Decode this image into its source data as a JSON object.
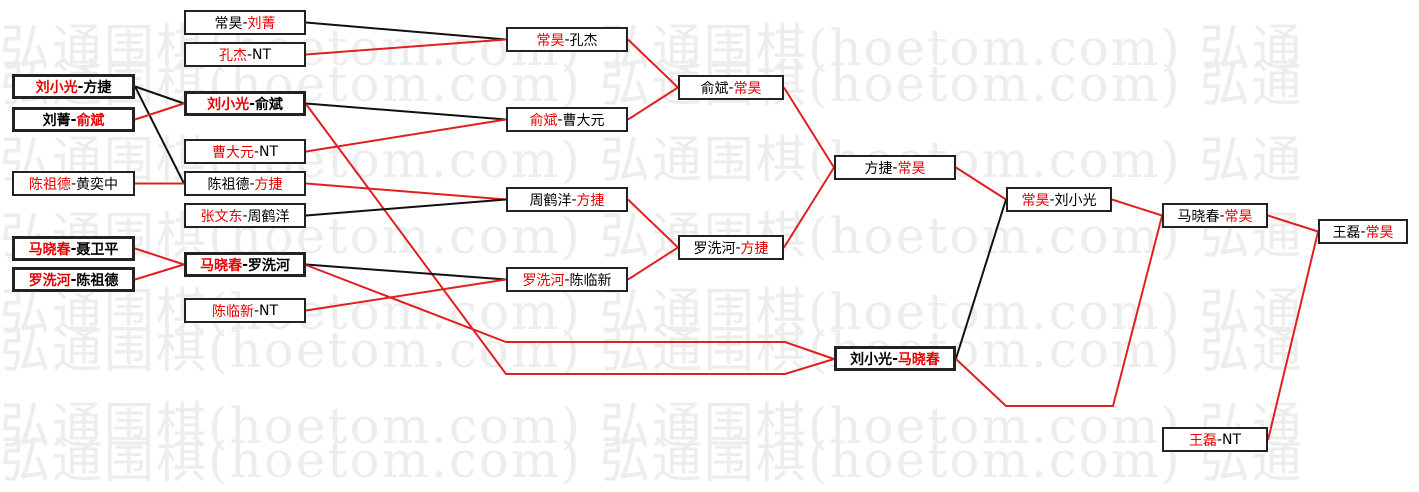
{
  "colors": {
    "winner": "#e60000",
    "loser_line": "#111111",
    "win_line": "#e02020",
    "watermark": "#ededed"
  },
  "watermark": {
    "text": "弘通围棋(hoetom.com) 弘通围棋(hoetom.com) 弘通",
    "rows": 8
  },
  "nodes": [
    {
      "id": "r0a",
      "p1": "刘小光",
      "p2": "方捷",
      "winner": 1,
      "bold": true
    },
    {
      "id": "r0b",
      "p1": "刘菁",
      "p2": "俞斌",
      "winner": 2,
      "bold": true
    },
    {
      "id": "r0c",
      "p1": "陈祖德",
      "p2": "黄奕中",
      "winner": 1,
      "bold": false
    },
    {
      "id": "r0d",
      "p1": "马晓春",
      "p2": "聂卫平",
      "winner": 1,
      "bold": true
    },
    {
      "id": "r0e",
      "p1": "罗洗河",
      "p2": "陈祖德",
      "winner": 1,
      "bold": true
    },
    {
      "id": "r1a",
      "p1": "常昊",
      "p2": "刘菁",
      "winner": 2,
      "bold": false
    },
    {
      "id": "r1b",
      "p1": "孔杰",
      "p2": "NT",
      "winner": 1,
      "bold": false
    },
    {
      "id": "r1c",
      "p1": "刘小光",
      "p2": "俞斌",
      "winner": 1,
      "bold": true
    },
    {
      "id": "r1d",
      "p1": "曹大元",
      "p2": "NT",
      "winner": 1,
      "bold": false
    },
    {
      "id": "r1e",
      "p1": "陈祖德",
      "p2": "方捷",
      "winner": 2,
      "bold": false
    },
    {
      "id": "r1f",
      "p1": "张文东",
      "p2": "周鹤洋",
      "winner": 1,
      "bold": false
    },
    {
      "id": "r1g",
      "p1": "马晓春",
      "p2": "罗洗河",
      "winner": 1,
      "bold": true
    },
    {
      "id": "r1h",
      "p1": "陈临新",
      "p2": "NT",
      "winner": 1,
      "bold": false
    },
    {
      "id": "r2a",
      "p1": "常昊",
      "p2": "孔杰",
      "winner": 1,
      "bold": false
    },
    {
      "id": "r2b",
      "p1": "俞斌",
      "p2": "曹大元",
      "winner": 1,
      "bold": false
    },
    {
      "id": "r2c",
      "p1": "周鹤洋",
      "p2": "方捷",
      "winner": 2,
      "bold": false
    },
    {
      "id": "r2d",
      "p1": "罗洗河",
      "p2": "陈临新",
      "winner": 1,
      "bold": false
    },
    {
      "id": "r3a",
      "p1": "俞斌",
      "p2": "常昊",
      "winner": 2,
      "bold": false
    },
    {
      "id": "r3b",
      "p1": "罗洗河",
      "p2": "方捷",
      "winner": 2,
      "bold": false
    },
    {
      "id": "r4a",
      "p1": "方捷",
      "p2": "常昊",
      "winner": 2,
      "bold": false
    },
    {
      "id": "r4b",
      "p1": "刘小光",
      "p2": "马晓春",
      "winner": 2,
      "bold": true
    },
    {
      "id": "r5a",
      "p1": "常昊",
      "p2": "刘小光",
      "winner": 1,
      "bold": false
    },
    {
      "id": "r6a",
      "p1": "马晓春",
      "p2": "常昊",
      "winner": 2,
      "bold": false
    },
    {
      "id": "r6b",
      "p1": "王磊",
      "p2": "NT",
      "winner": 1,
      "bold": false
    },
    {
      "id": "r7a",
      "p1": "王磊",
      "p2": "常昊",
      "winner": 2,
      "bold": false
    }
  ],
  "edges": [
    {
      "from": "r0a",
      "to": "r1c",
      "win": false
    },
    {
      "from": "r0a",
      "to": "r1e",
      "win": false
    },
    {
      "from": "r0b",
      "to": "r1c",
      "win": true
    },
    {
      "from": "r0c",
      "to": "r1e",
      "win": true
    },
    {
      "from": "r0d",
      "to": "r1g",
      "win": true
    },
    {
      "from": "r0e",
      "to": "r1g",
      "win": true
    },
    {
      "from": "r1a",
      "to": "r2a",
      "win": false
    },
    {
      "from": "r1b",
      "to": "r2a",
      "win": true
    },
    {
      "from": "r1c",
      "to": "r2b",
      "win": false
    },
    {
      "from": "r1c",
      "to": "r4b",
      "win": true
    },
    {
      "from": "r1d",
      "to": "r2b",
      "win": true
    },
    {
      "from": "r1e",
      "to": "r2c",
      "win": true
    },
    {
      "from": "r1f",
      "to": "r2c",
      "win": false
    },
    {
      "from": "r1g",
      "to": "r2d",
      "win": false
    },
    {
      "from": "r1g",
      "to": "r4b",
      "win": true
    },
    {
      "from": "r1h",
      "to": "r2d",
      "win": true
    },
    {
      "from": "r2a",
      "to": "r3a",
      "win": true
    },
    {
      "from": "r2b",
      "to": "r3a",
      "win": true
    },
    {
      "from": "r2c",
      "to": "r3b",
      "win": true
    },
    {
      "from": "r2d",
      "to": "r3b",
      "win": true
    },
    {
      "from": "r3a",
      "to": "r4a",
      "win": true
    },
    {
      "from": "r3b",
      "to": "r4a",
      "win": true
    },
    {
      "from": "r4a",
      "to": "r5a",
      "win": true
    },
    {
      "from": "r4b",
      "to": "r5a",
      "win": false
    },
    {
      "from": "r4b",
      "to": "r6a",
      "win": true
    },
    {
      "from": "r5a",
      "to": "r6a",
      "win": true
    },
    {
      "from": "r6a",
      "to": "r7a",
      "win": true
    },
    {
      "from": "r6b",
      "to": "r7a",
      "win": true
    }
  ]
}
